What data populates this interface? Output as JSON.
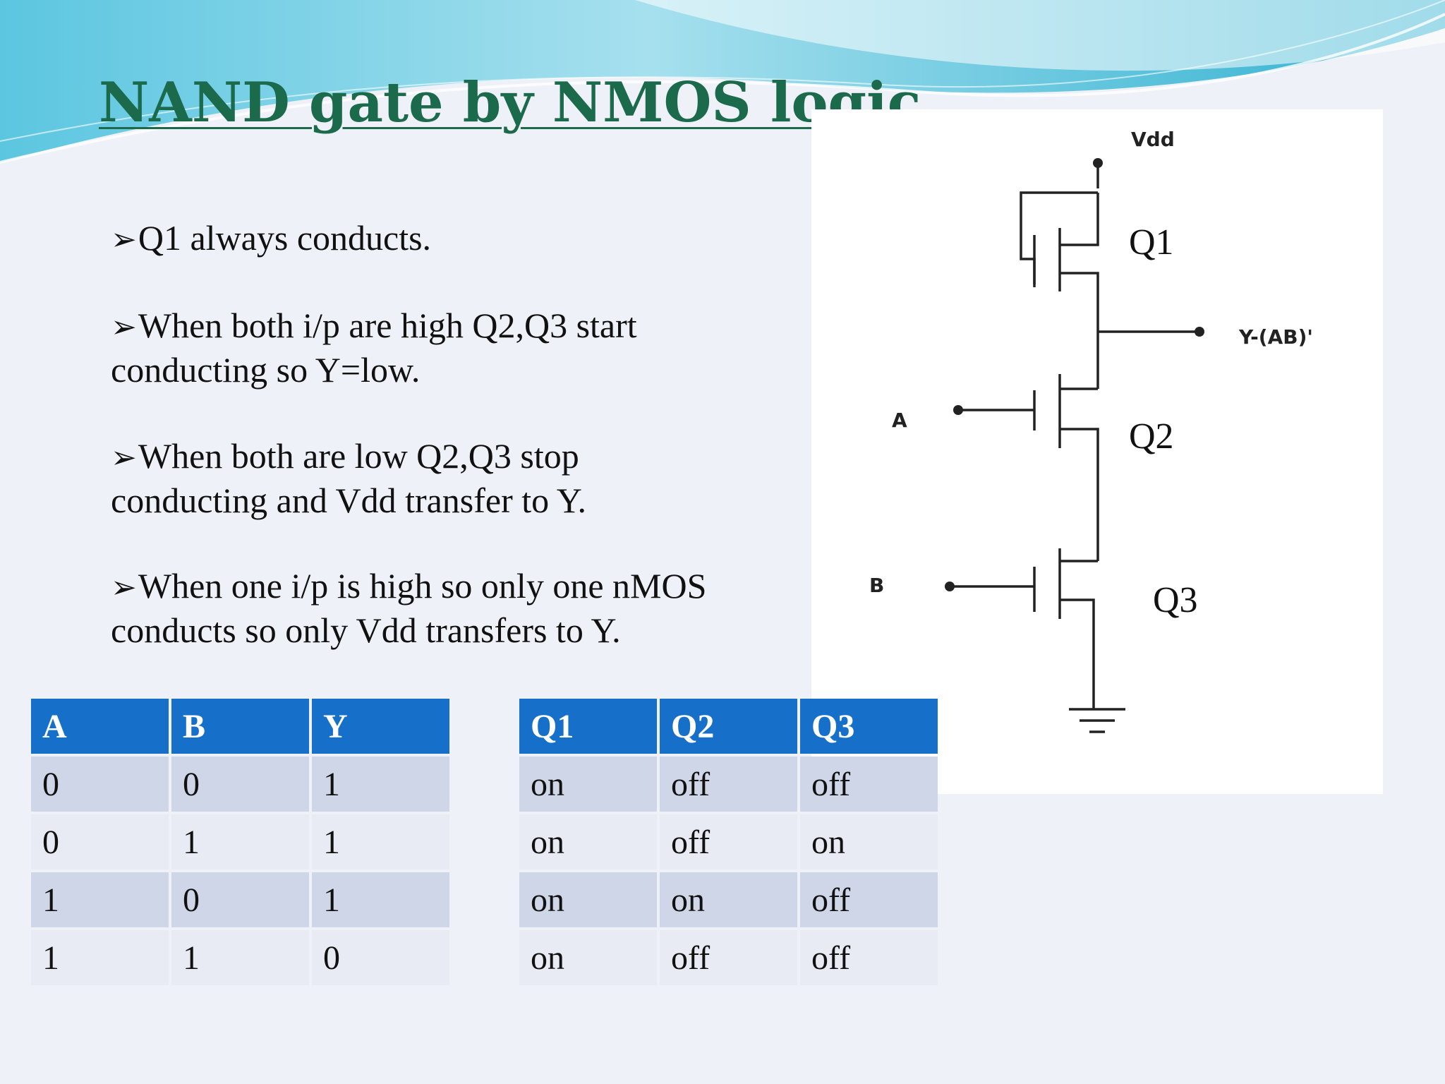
{
  "slide": {
    "title": "NAND gate by NMOS logic",
    "bullets": [
      {
        "arrow": "➢",
        "text": "Q1 always conducts."
      },
      {
        "arrow": "➢",
        "line1": "When both i/p are high Q2,Q3 start",
        "line2": "conducting  so Y=low."
      },
      {
        "arrow": "➢",
        "line1": "When both are low Q2,Q3 stop",
        "line2": "conducting and Vdd transfer to Y."
      },
      {
        "arrow": "➢",
        "line1": "When one i/p is high so only one nMOS",
        "line2": "conducts  so only Vdd transfers to Y."
      }
    ]
  },
  "truth_table": {
    "headers": [
      "A",
      "B",
      "Y"
    ],
    "rows": [
      [
        "0",
        "0",
        "1"
      ],
      [
        "0",
        "1",
        "1"
      ],
      [
        "1",
        "0",
        "1"
      ],
      [
        "1",
        "1",
        "0"
      ]
    ]
  },
  "state_table": {
    "headers": [
      "Q1",
      "Q2",
      "Q3"
    ],
    "rows": [
      [
        "on",
        "off",
        "off"
      ],
      [
        "on",
        "off",
        "on"
      ],
      [
        "on",
        "on",
        "off"
      ],
      [
        "on",
        "off",
        "off"
      ]
    ]
  },
  "circuit": {
    "vdd_label": "Vdd",
    "output_label": "Y-(AB)'",
    "input_a_label": "A",
    "input_b_label": "B",
    "q1_label": "Q1",
    "q2_label": "Q2",
    "q3_label": "Q3"
  },
  "colors": {
    "title": "#1c6a4c",
    "header_fill": "#1670c9",
    "row_dark": "#cfd6e7",
    "row_light": "#e8ebf4",
    "wave_light": "#bfe9f1",
    "wave_dark": "#3fb7d3"
  }
}
